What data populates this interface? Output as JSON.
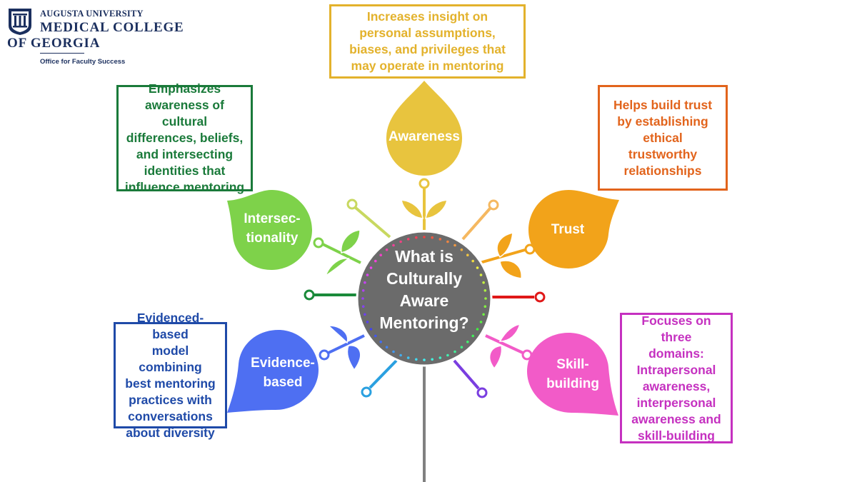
{
  "logo": {
    "university": "AUGUSTA UNIVERSITY",
    "college_line1": "MEDICAL COLLEGE",
    "college_line2": "OF GEORGIA",
    "office": "Office for Faculty Success",
    "color": "#1b2f5e"
  },
  "center": {
    "title": "What is\nCulturally\nAware\nMentoring?",
    "color": "#6b6b6b"
  },
  "petals": {
    "awareness": {
      "label": "Awareness",
      "color": "#e8c43e"
    },
    "trust": {
      "label": "Trust",
      "color": "#f2a31a"
    },
    "intersectionality": {
      "label": "Intersec-\ntionality",
      "color": "#7ed24a"
    },
    "evidence": {
      "label": "Evidence-\nbased",
      "color": "#4e6ff2"
    },
    "skill": {
      "label": "Skill-\nbuilding",
      "color": "#f25bc8"
    }
  },
  "boxes": {
    "awareness": {
      "text": "Increases insight on\npersonal assumptions,\nbiases, and privileges that\nmay operate in mentoring",
      "color": "#e3b22c"
    },
    "intersectionality": {
      "text": "Emphasizes\nawareness of cultural\ndifferences, beliefs,\nand intersecting\nidentities that\ninfluence mentoring",
      "color": "#1a7a3a"
    },
    "trust": {
      "text": "Helps build trust\nby establishing\nethical\ntrustworthy\nrelationships",
      "color": "#e2641c"
    },
    "evidence": {
      "text": "Evidenced-based\nmodel combining\nbest mentoring\npractices with\nconversations\nabout diversity",
      "color": "#1f4aa8"
    },
    "skill": {
      "text": "Focuses on three\ndomains:\nIntrapersonal\nawareness,\ninterpersonal\nawareness and\nskill-building",
      "color": "#c531c0"
    }
  },
  "spokes": {
    "green_left": "#1a8a3a",
    "red_right": "#e01818",
    "cyan_lower_left": "#2aa0e0",
    "purple_lower_right": "#7a3ee0",
    "yellowgreen_upper_left": "#c8d860",
    "peach_upper_right": "#f5b860",
    "stem": "#808080"
  }
}
